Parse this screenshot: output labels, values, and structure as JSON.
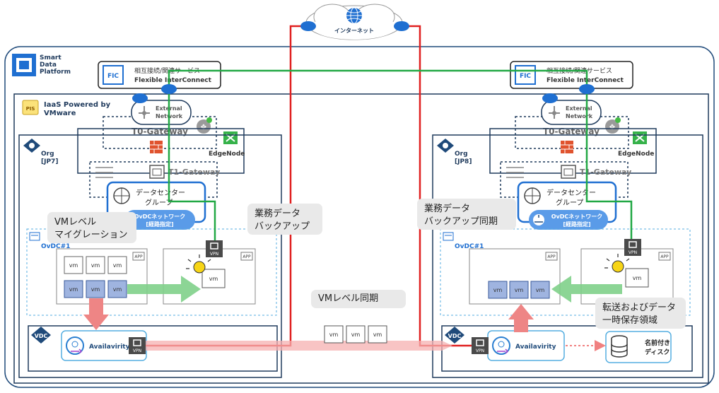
{
  "brand": {
    "line1": "Smart",
    "line2": "Data",
    "line3": "Platform"
  },
  "internet": {
    "label": "インターネット"
  },
  "iaas": {
    "line1": "IaaS Powered by",
    "line2": "VMware",
    "badge": "PIS"
  },
  "left_site": {
    "fic_badge": "FIC",
    "fic_line1": "相互接続/関連サービス",
    "fic_line2": "Flexible InterConnect",
    "ext_line1": "External",
    "ext_line2": "Network",
    "t0_label": "T0-Gateway",
    "edge_label": "EdgeNode",
    "org_line1": "Org",
    "org_line2": "[JP7]",
    "t1_label": "T1-Gateway",
    "dcg_line1": "データセンター",
    "dcg_line2": "グループ",
    "ovdcnet_line1": "OvDCネットワーク",
    "ovdcnet_line2": "[経路指定]",
    "ovdc_label": "OvDC#1",
    "app_tag": "APP",
    "vdc_label": "VDC",
    "avail_label": "Availavirity",
    "vpn_label": "VPN",
    "vm_label": "vm"
  },
  "right_site": {
    "fic_badge": "FIC",
    "fic_line1": "相互接続/関連サービス",
    "fic_line2": "Flexible InterConnect",
    "ext_line1": "External",
    "ext_line2": "Network",
    "t0_label": "T0-Gateway",
    "edge_label": "EdgeNode",
    "org_line1": "Org",
    "org_line2": "[JP8]",
    "t1_label": "T1-Gateway",
    "dcg_line1": "データセンター",
    "dcg_line2": "グループ",
    "ovdcnet_line1": "OvDCネットワーク",
    "ovdcnet_line2": "[経路指定]",
    "ovdc_label": "OvDC#1",
    "app_tag": "APP",
    "vdc_label": "VDC",
    "avail_label": "Availavirity",
    "vpn_label": "VPN",
    "vm_label": "vm",
    "disk_line1": "名前付き",
    "disk_line2": "ディスク"
  },
  "callouts": {
    "vm_migration_line1": "VMレベル",
    "vm_migration_line2": "マイグレーション",
    "backup_left_line1": "業務データ",
    "backup_left_line2": "バックアップ",
    "backup_right_line1": "業務データ",
    "backup_right_line2": "バックアップ同期",
    "vm_sync": "VMレベル同期",
    "transfer_line1": "転送およびデータ",
    "transfer_line2": "一時保存領域"
  },
  "colors": {
    "border_navy": "#1f3a5c",
    "blue_accent": "#1f6fd1",
    "green_link": "#22a845",
    "red_link": "#e02020",
    "pink_arrow": "#f2a0a0",
    "green_arrow": "#7fd08a",
    "vm_blue": "#9fb4e0"
  }
}
